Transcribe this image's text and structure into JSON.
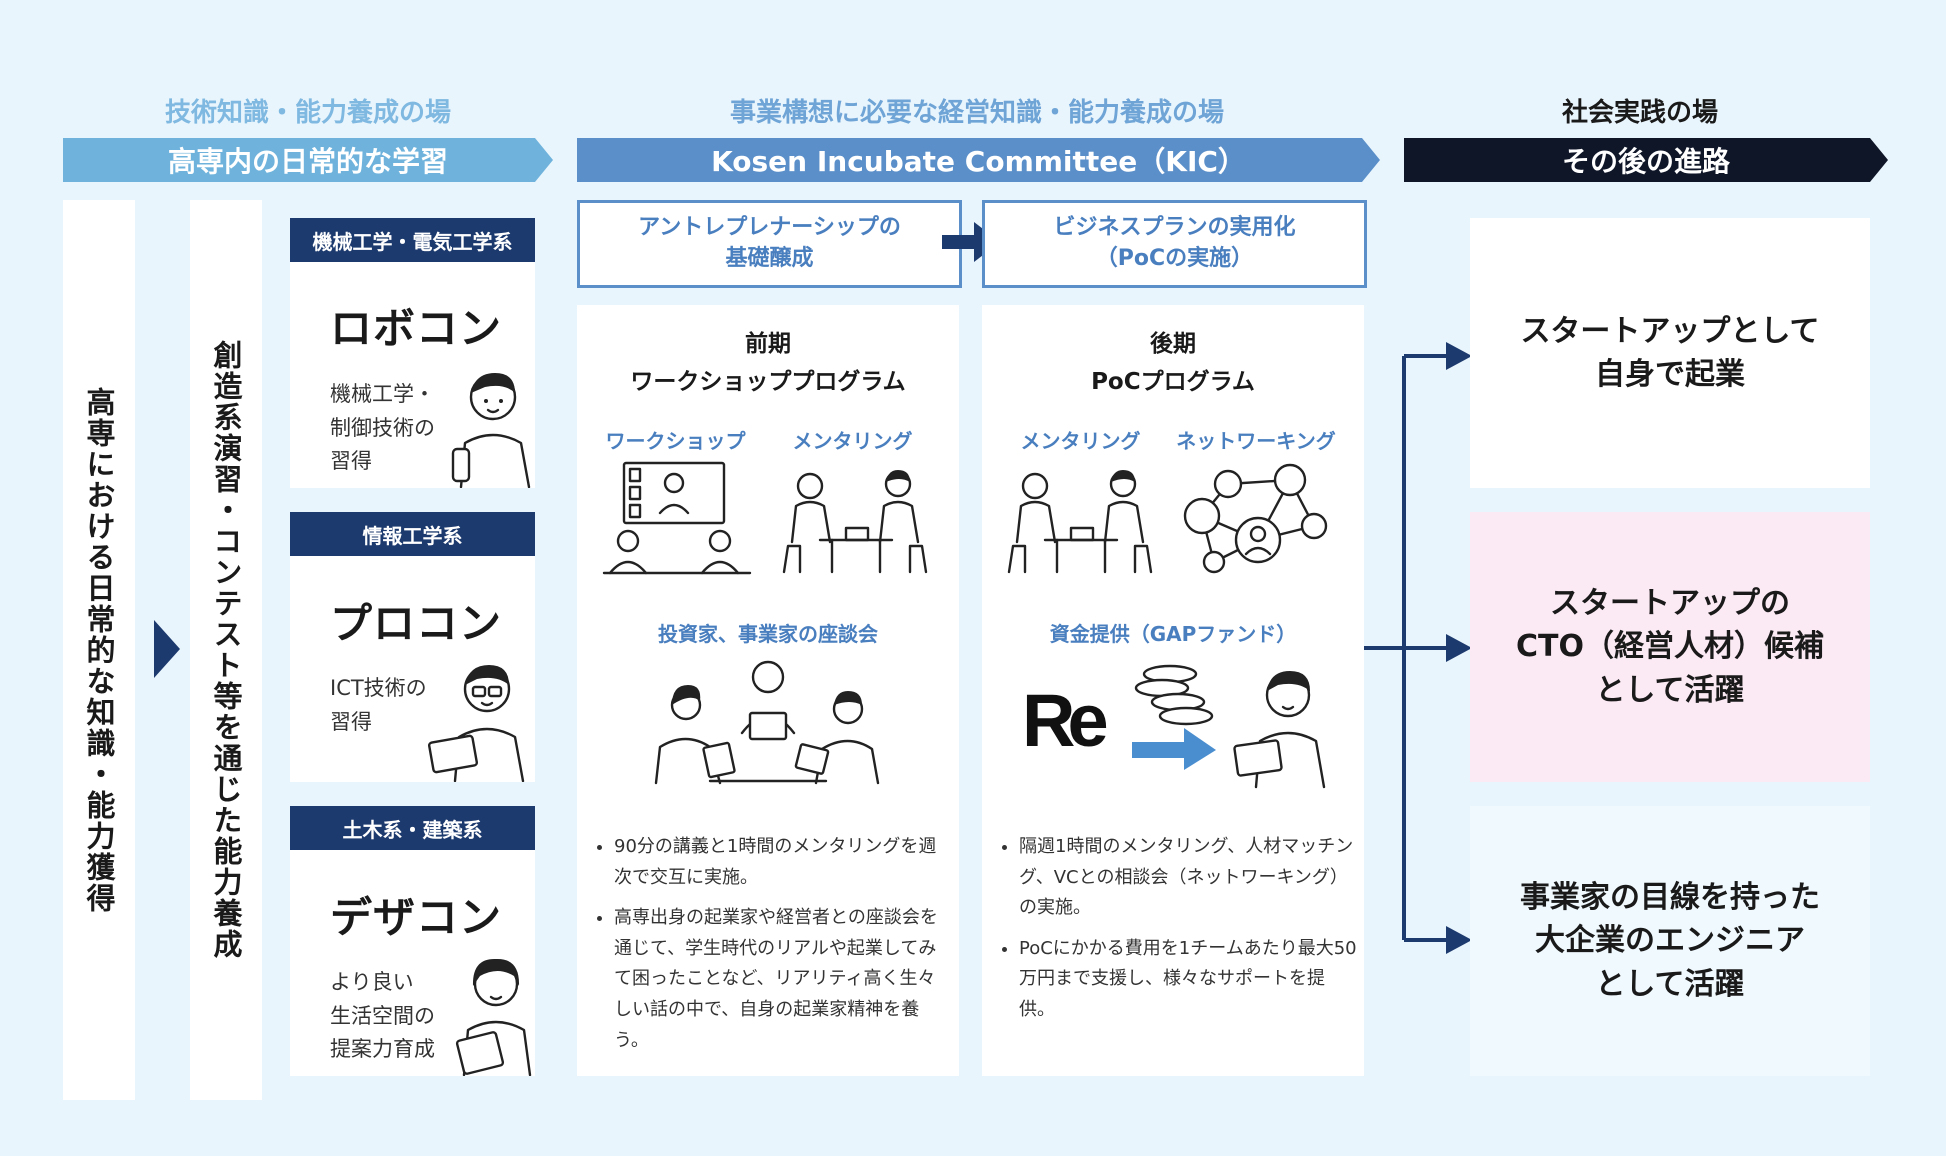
{
  "headers": {
    "col1": "技術知識・能力養成の場",
    "col2": "事業構想に必要な経営知識・能力養成の場",
    "col3": "社会実践の場"
  },
  "bars": {
    "col1": "高専内の日常的な学習",
    "col2": "Kosen Incubate Committee（KIC）",
    "col3": "その後の進路"
  },
  "vertical": {
    "left": "高専における日常的な知識・能力獲得",
    "middle": "創造系演習・コンテスト等を通じた能力養成"
  },
  "contests": [
    {
      "tag": "機械工学・電気工学系",
      "name": "ロボコン",
      "desc": [
        "機械工学・",
        "制御技術の",
        "習得"
      ]
    },
    {
      "tag": "情報工学系",
      "name": "プロコン",
      "desc": [
        "ICT技術の",
        "習得"
      ]
    },
    {
      "tag": "土木系・建築系",
      "name": "デザコン",
      "desc": [
        "より良い",
        "生活空間の",
        "提案力育成"
      ]
    }
  ],
  "phases": {
    "first": {
      "line1": "アントレプレナーシップの",
      "line2": "基礎醸成"
    },
    "second": {
      "line1": "ビジネスプランの実用化",
      "line2": "（PoCの実施）"
    }
  },
  "programs": {
    "first": {
      "term": "前期",
      "name": "ワークショッププログラム",
      "label_a": "ワークショップ",
      "label_b": "メンタリング",
      "label_c": "投資家、事業家の座談会",
      "bullets": [
        "90分の講義と1時間のメンタリングを週次で交互に実施。",
        "高専出身の起業家や経営者との座談会を通じて、学生時代のリアルや起業してみて困ったことなど、リアリティ高く生々しい話の中で、自身の起業家精神を養う。"
      ]
    },
    "second": {
      "term": "後期",
      "name": "PoCプログラム",
      "label_a": "メンタリング",
      "label_b": "ネットワーキング",
      "label_c": "資金提供（GAPファンド）",
      "logo": "Re",
      "bullets": [
        "隔週1時間のメンタリング、人材マッチング、VCとの相談会（ネットワーキング）の実施。",
        "PoCにかかる費用を1チームあたり最大50万円まで支援し、様々なサポートを提供。"
      ]
    }
  },
  "results": [
    {
      "lines": [
        "スタートアップとして",
        "自身で起業"
      ],
      "bg": "#ffffff"
    },
    {
      "lines": [
        "スタートアップの",
        "CTO（経営人材）候補",
        "として活躍"
      ],
      "bg": "#fbe9f3"
    },
    {
      "lines": [
        "事業家の目線を持った",
        "大企業のエンジニア",
        "として活躍"
      ],
      "bg": "#f0f9fe"
    }
  ],
  "colors": {
    "light_blue": "#6fb3dc",
    "mid_blue": "#5b8fc9",
    "navy": "#1d3a6e",
    "dark": "#0f1628",
    "header_text": "#7fb8e0"
  }
}
